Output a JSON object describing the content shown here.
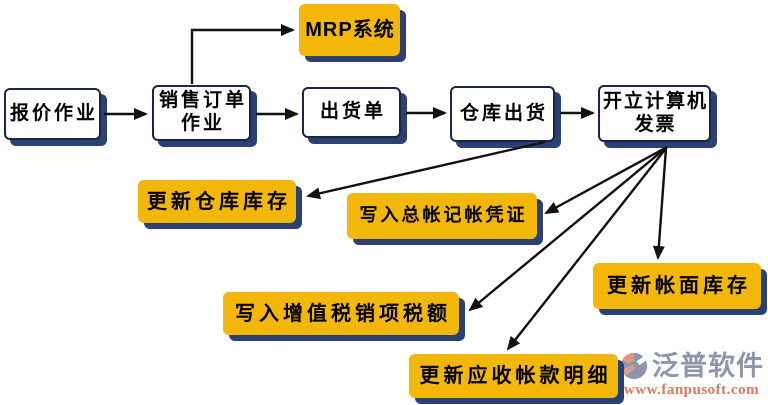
{
  "diagram": {
    "nodes": {
      "quote": {
        "label": "报价作业"
      },
      "sales_order": {
        "line1": "销售订单",
        "line2": "作业"
      },
      "mrp": {
        "label": "MRP系统"
      },
      "shipping_doc": {
        "label": "出货单"
      },
      "warehouse_ship": {
        "label": "仓库出货"
      },
      "invoice": {
        "line1": "开立计算机",
        "line2": "发票"
      },
      "update_warehouse_stock": {
        "label": "更新仓库库存"
      },
      "write_gl_voucher": {
        "label": "写入总帐记帐凭证"
      },
      "write_vat_output_tax": {
        "label": "写入增值税销项税额"
      },
      "update_ar_detail": {
        "label": "更新应收帐款明细"
      },
      "update_book_stock": {
        "label": "更新帐面库存"
      }
    },
    "edges": [
      {
        "from": "quote",
        "to": "sales_order"
      },
      {
        "from": "sales_order",
        "to": "mrp"
      },
      {
        "from": "sales_order",
        "to": "shipping_doc"
      },
      {
        "from": "shipping_doc",
        "to": "warehouse_ship"
      },
      {
        "from": "warehouse_ship",
        "to": "invoice"
      },
      {
        "from": "warehouse_ship",
        "to": "update_warehouse_stock"
      },
      {
        "from": "invoice",
        "to": "write_gl_voucher"
      },
      {
        "from": "invoice",
        "to": "write_vat_output_tax"
      },
      {
        "from": "invoice",
        "to": "update_ar_detail"
      },
      {
        "from": "invoice",
        "to": "update_book_stock"
      }
    ],
    "colors": {
      "node_fill_yellow": "#F3B70A",
      "node_fill_white": "#FFFFFF",
      "shadow_navy": "#2B4073",
      "arrow_black": "#111111"
    }
  },
  "watermark": {
    "brand": "泛普软件",
    "url": "www.fanpusoft.com",
    "brand_color": "#8D97AB",
    "url_color": "#D97A60"
  }
}
